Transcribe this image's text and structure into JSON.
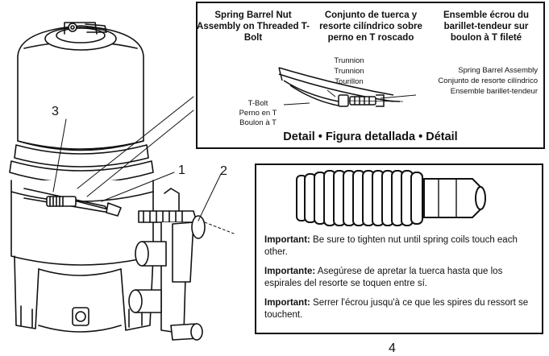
{
  "detail": {
    "header_en": "Spring Barrel Nut Assembly on Threaded T-Bolt",
    "header_es": "Conjunto de tuerca y resorte cilíndrico sobre perno en T roscado",
    "header_fr": "Ensemble écrou du barillet-tendeur sur boulon à T fileté",
    "trunnion_en": "Trunnion",
    "trunnion_es": "Trunnion",
    "trunnion_fr": "Tourillon",
    "spring_en": "Spring Barrel Assembly",
    "spring_es": "Conjunto de resorte cilíndrico",
    "spring_fr": "Ensemble barillet-tendeur",
    "tbolt_en": "T-Bolt",
    "tbolt_es": "Perno en T",
    "tbolt_fr": "Boulon à T",
    "caption": "Detail • Figura detallada • Détail"
  },
  "important": {
    "en_label": "Important:",
    "en_text": " Be sure to tighten nut until spring coils touch each other.",
    "es_label": "Importante:",
    "es_text": " Asegúrese de apretar la tuerca hasta que los espirales del resorte se toquen entre sí.",
    "fr_label": "Important:",
    "fr_text": " Serrer l'écrou jusqu'à ce que les spires du ressort se touchent."
  },
  "callouts": {
    "one": "1",
    "two": "2",
    "three": "3"
  },
  "page_number": "4"
}
